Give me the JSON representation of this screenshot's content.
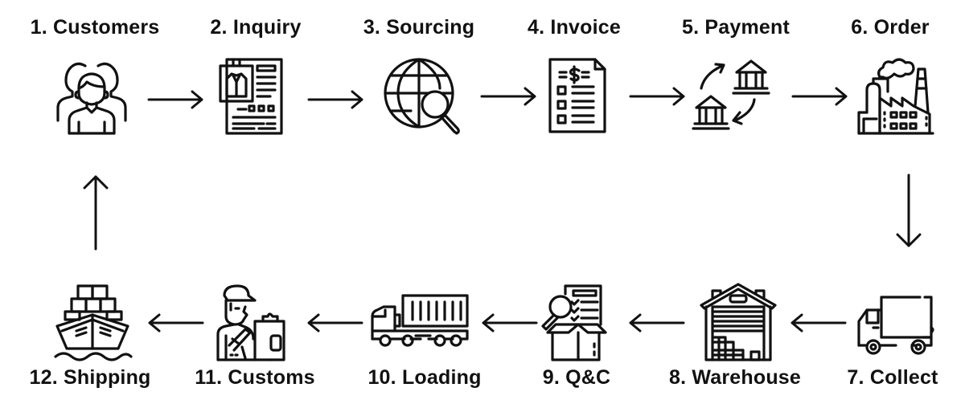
{
  "diagram": {
    "title": "",
    "steps": [
      {
        "id": 1,
        "label": "1. Customers",
        "icon": "customers-group-icon"
      },
      {
        "id": 2,
        "label": "2. Inquiry",
        "icon": "inquiry-document-icon"
      },
      {
        "id": 3,
        "label": "3. Sourcing",
        "icon": "globe-search-icon"
      },
      {
        "id": 4,
        "label": "4. Invoice",
        "icon": "invoice-document-icon"
      },
      {
        "id": 5,
        "label": "5. Payment",
        "icon": "bank-transfer-icon"
      },
      {
        "id": 6,
        "label": "6. Order",
        "icon": "factory-icon"
      },
      {
        "id": 7,
        "label": "7. Collect",
        "icon": "delivery-truck-icon"
      },
      {
        "id": 8,
        "label": "8. Warehouse",
        "icon": "warehouse-icon"
      },
      {
        "id": 9,
        "label": "9. Q&C",
        "icon": "quality-check-box-icon"
      },
      {
        "id": 10,
        "label": "10. Loading",
        "icon": "container-truck-icon"
      },
      {
        "id": 11,
        "label": "11. Customs",
        "icon": "customs-officer-icon"
      },
      {
        "id": 12,
        "label": "12. Shipping",
        "icon": "cargo-ship-icon"
      }
    ],
    "flow": [
      {
        "from": 1,
        "to": 2,
        "direction": "right"
      },
      {
        "from": 2,
        "to": 3,
        "direction": "right"
      },
      {
        "from": 3,
        "to": 4,
        "direction": "right"
      },
      {
        "from": 4,
        "to": 5,
        "direction": "right"
      },
      {
        "from": 5,
        "to": 6,
        "direction": "right"
      },
      {
        "from": 6,
        "to": 7,
        "direction": "down"
      },
      {
        "from": 7,
        "to": 8,
        "direction": "left"
      },
      {
        "from": 8,
        "to": 9,
        "direction": "left"
      },
      {
        "from": 9,
        "to": 10,
        "direction": "left"
      },
      {
        "from": 10,
        "to": 11,
        "direction": "left"
      },
      {
        "from": 11,
        "to": 12,
        "direction": "left"
      },
      {
        "from": 12,
        "to": 1,
        "direction": "up"
      }
    ]
  }
}
